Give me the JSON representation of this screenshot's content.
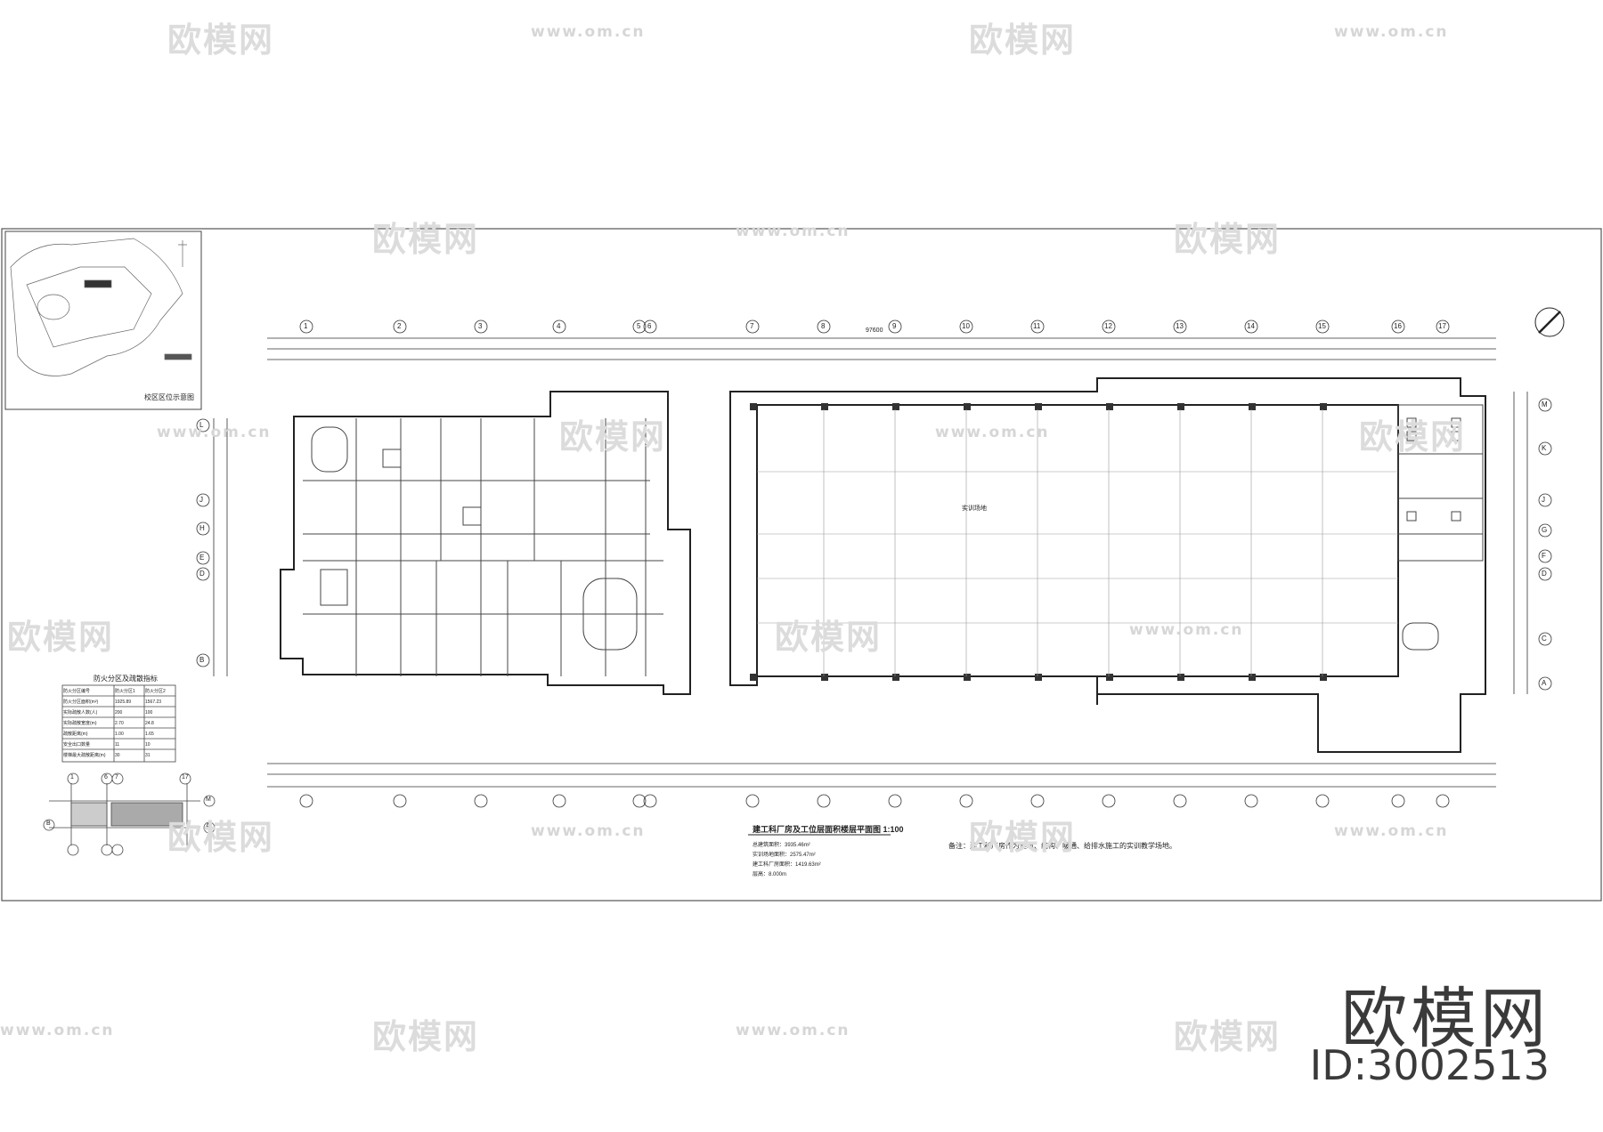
{
  "drawing": {
    "title": "建工科厂房及工位层面积楼层平面图  1:100",
    "site_map_caption": "校区区位示意图",
    "main_hall_label": "实训场地",
    "note": "备注：建工科厂房作为建筑、结构、暖通、给排水施工的实训教学场地。",
    "column_axes_top": [
      "1",
      "2",
      "3",
      "4",
      "5",
      "6",
      "7",
      "8",
      "9",
      "10",
      "11",
      "12",
      "13",
      "14",
      "15",
      "16",
      "17"
    ],
    "row_axes_right": [
      "M",
      "K",
      "J",
      "G",
      "F",
      "D",
      "C",
      "A"
    ],
    "row_axes_left": [
      "L",
      "J",
      "H",
      "E",
      "D",
      "B"
    ],
    "overall_dimension": "97600",
    "fire_table": {
      "title": "防火分区及疏散指标",
      "rows": [
        [
          "防火分区编号",
          "防火分区1",
          "防火分区2"
        ],
        [
          "防火分区面积(m²)",
          "1925.89",
          "1567.23"
        ],
        [
          "实际疏散人数(人)",
          "200",
          "100"
        ],
        [
          "实际疏散宽度(m)",
          "2.70",
          "24.8"
        ],
        [
          "疏散距离(m)",
          "1.00",
          "1.65"
        ],
        [
          "安全出口数量",
          "11",
          "10"
        ],
        [
          "楼梯最大疏散距离(m)",
          "30",
          "31"
        ]
      ]
    },
    "stats": [
      "总建筑面积：3935.46m²",
      "实训场地面积：2575.47m²",
      "建工科厂房面积：1419.63m²",
      "层高：8.000m"
    ],
    "mini_plan_axes": [
      "1",
      "6",
      "7",
      "17",
      "M",
      "B",
      "A"
    ]
  },
  "watermark": {
    "logo_text": "欧模网",
    "url_text": "www.om.cn"
  },
  "brand": {
    "name": "欧模网",
    "id": "ID:3002513"
  }
}
